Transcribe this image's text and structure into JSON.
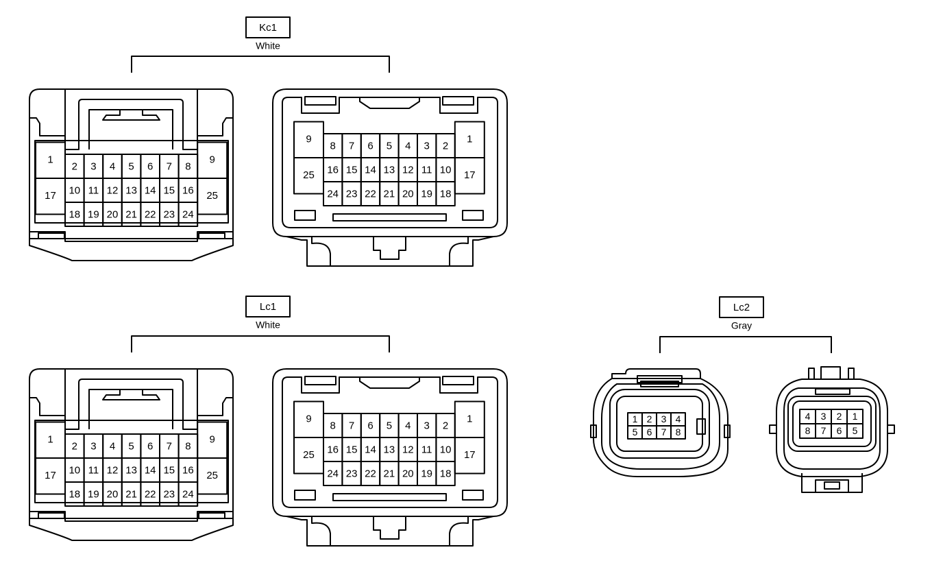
{
  "connectors": [
    {
      "id": "kc1",
      "code": "Kc1",
      "color": "White"
    },
    {
      "id": "lc1",
      "code": "Lc1",
      "color": "White"
    },
    {
      "id": "lc2",
      "code": "Lc2",
      "color": "Gray"
    }
  ],
  "pins_25": {
    "left_view": {
      "big_left": [
        "1",
        "17"
      ],
      "row1": [
        "2",
        "3",
        "4",
        "5",
        "6",
        "7",
        "8"
      ],
      "row2": [
        "10",
        "11",
        "12",
        "13",
        "14",
        "15",
        "16"
      ],
      "row3": [
        "18",
        "19",
        "20",
        "21",
        "22",
        "23",
        "24"
      ],
      "big_right": [
        "9",
        "25"
      ]
    },
    "right_view": {
      "big_left": [
        "9",
        "25"
      ],
      "row1": [
        "8",
        "7",
        "6",
        "5",
        "4",
        "3",
        "2"
      ],
      "row2": [
        "16",
        "15",
        "14",
        "13",
        "12",
        "11",
        "10"
      ],
      "row3": [
        "24",
        "23",
        "22",
        "21",
        "20",
        "19",
        "18"
      ],
      "big_right": [
        "1",
        "17"
      ]
    }
  },
  "pins_8": {
    "left_view": {
      "row1": [
        "1",
        "2",
        "3",
        "4"
      ],
      "row2": [
        "5",
        "6",
        "7",
        "8"
      ]
    },
    "right_view": {
      "row1": [
        "4",
        "3",
        "2",
        "1"
      ],
      "row2": [
        "8",
        "7",
        "6",
        "5"
      ]
    }
  },
  "line_color": "#000000"
}
